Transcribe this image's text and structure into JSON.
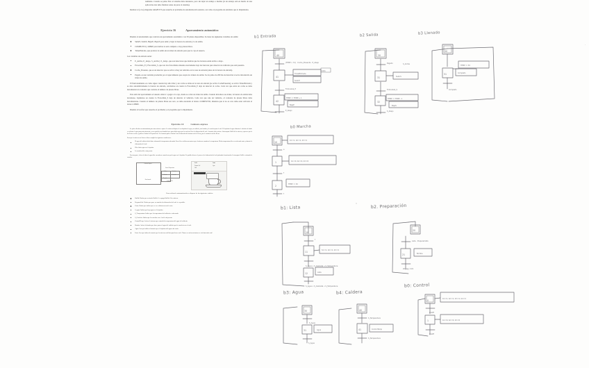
{
  "document": {
    "kind": "scanned-exercise-sheet",
    "language": "es",
    "page_background": "#fdfdfc",
    "ink_color": "#55545a"
  },
  "intro": {
    "para1": "namiento. Cuando se pulse Paro el sistema debe detenerse, pero sin dejar un azulejo a medias (si un azulejo está en medio de una aplicación ésta debe finalizar antes de parar el sistema).",
    "para2": "Realizar el (o los) diagrama GRAFCET que resuelve el problema de automatización anterior, así como el programa de autómata que lo implementa."
  },
  "exercise16": {
    "number": "Ejercicio 16",
    "title": "Aparcamiento automático",
    "intro": "Diseñar el automatismo que controla un aparcamiento automático con 30 plazas disponibles. Se tiene las siguientes variables de salida:",
    "outputs": [
      "SubirE, SubirS, BajarE, BajarS para subir y bajar la barrera de entrada y la de salida.",
      "COMPLETO y LIBRE para indicar si está completo o hay plazas libres.",
      "TicketEntrada, que produce la salida de un ticket de entrada para que lo coja el usuario."
    ],
    "inputs_lead": "Las variables de entrada serán:",
    "inputs": [
      "E_Arriba, E_Abajo, S_Arriba y S_Abajo, que son detectores que indican que las barreras están arriba o abajo.",
      "Fotocélula_E y Fotocélula_S, que son dos fotocélulas situadas exactamente bajo las barreras para detectar un vehículo que está pasando.",
      "Coche_Presente, que es un detector que se activa si hay un vehículo en la zona de entrada (antes de la barrera de entrada).",
      "Pagado es una variable producida por el aparcamiento que acepta los tickets de salida. Se ira pulso de 200 ms de duración si se ha introducido un ticket de salida."
    ],
    "body1": "El funcionamiento es como sigue: cuando hay sitio libre y un coche se sitúa en la zona de entrada (se activa CochePresente), se activa TicketEntrada y se abre automáticamente la barrera de entrada, cerrándose en cuanto la Fotocélula_E deja de detectar al coche. Cada vez que entra un coche se debe incrementar un contador que controle el número de plazas libres.",
    "body2": "Para salir del aparcamiento el usuario debe ir a pagar a la caja, donde se cobra un ticket de salida. Cuando introduce ese ticket, la barrera de salida debe levantarse, bajándose en cuanto la Fotocélula_S deja de detectar al vehículo. Cada vez que sale un vehículo, el contador de plazas libres debe incrementarse. Cuando el número de plazas libres sea cero, se debe encender el letrero COMPLETO, mientras que si no es cero debe estar activado el letrero LIBRE.",
    "body3": "Diseñar el Grafcet que resuelve el problema y el programa que lo implementa."
  },
  "exercise10": {
    "number": "Ejercicio 10",
    "title": "Cafetera express",
    "intro": "Se quiere diseñar un automatismo para una cafetera express. La cafetera dispone de un depósito de agua, un calderín, una bomba y la cazoleta para el café. El depósito de agua alimenta el calderín de donde se calienta el agua para posteriormente y con ayuda de una bomba hacer pasar dicha agua por la cazoleta. Para la elaboración del café el usuario debe activar el interruptor OnOff de la cafetera, esperar a que la luz Lista se active y pulsar el botón de PrepararCafé. Si el usuario pulsa el botón Corto la duración del mismo será de 20 ms, por el contrario será de 40 ms.",
    "cond_lead": "Para que la cafetera esté lista se deben cumplir las siguientes condiciones:",
    "conditions": [
      "El agua del calderín debe haber alcanzado la temperatura adecuada. Para ello se utiliza una antena que al activarse mantiene la temperatura. Dicha temperatura debe ser adecuada antes y durante la elaboración del café.",
      "Debe haber agua en el depósito.",
      "La cazoleta debe estar puesta."
    ],
    "body": "Por otra parte, la luz de falta de agua debe encenderse cuando no quede agua en el depósito. Es posible detener el proceso de elaboración del café pulsando desactivando el interruptor OnOff o retirando la cazoleta.",
    "figure": {
      "block_title": "Cafetera Express",
      "block_items": [
        "Sensor Temperatura",
        "Caldera",
        "Bomba",
        "Cazoleta",
        "Depósito",
        "Sensor Nivel",
        "Controles"
      ],
      "block_foot": "Panel mando",
      "photo_labels": [
        "OnOff",
        "Corto",
        "Preparar Café",
        "Agua",
        "Lista"
      ]
    },
    "figcaption": "Para realizar la automatización se dispone de las siguientes señales:",
    "signals": [
      "OnOff. Botón que enciende OnOff=1 o apaga OnOff=0 la cafetera.",
      "PrepararCafé. Botón que pone en marcha la elaboración del café si es posible.",
      "Corto. Botón que indica que se va a elaborar un café corto.",
      "S_agua. Indica que hay agua en el depósito.",
      "S_Temperatura. Indica que la temperatura del calderín es adecuada.",
      "S_Cazoleta. Indica que la cazoleta con el café está puesta.",
      "ControlTemp. Activa el sistema que controla la temperatura del agua del calderín.",
      "Bomba. Activa la bomba que hace pasar el agua del calderín por la cazoleta con el café.",
      "Agua. Luz que indica al usuario que el depósito del agua está vacío.",
      "Lista. Luz que indica al usuario que la cafetera está lista para hacer café. Nunca se activa mientras se está haciendo café."
    ]
  },
  "handwritten": {
    "grafcets_top": [
      {
        "label": "b1 Entrada",
        "steps": [
          "40",
          "41",
          "42"
        ],
        "transitions": [
          "(TEMP < 31) · Coche_Presente · E_Abajo",
          "Fotocelula_E",
          "E_Abajo"
        ],
        "actions": [
          "TicketEntrada",
          "SubirE",
          "TEMP := TEMP + 1",
          "BajaE"
        ],
        "side_note": "Lista"
      },
      {
        "label": "b2 Salida",
        "steps": [
          "30",
          "31",
          "32"
        ],
        "transitions": [
          "Pagado",
          "Fotocelula_S",
          "S_Abajo"
        ],
        "actions": [
          "SubirS",
          "TEMP := TEMP - 1",
          "BajaS"
        ],
        "side_note": "S_Arriba"
      },
      {
        "label": "b3 Llenado",
        "steps": [
          "50",
          "51"
        ],
        "transitions": [
          "Completo"
        ],
        "actions": [
          "TEMP := 30",
          "Completo"
        ]
      },
      {
        "label": "b0 Marcha",
        "steps": [
          "10",
          "1",
          "2"
        ],
        "transitions": [
          "e",
          "f",
          "f"
        ],
        "actions": [
          "b1:=1, b2:=1, b3:=1",
          "b1:=0, b2:=0, b3:=0",
          "TEMP := 30"
        ]
      }
    ],
    "grafcets_bottom": [
      {
        "label": "b1:  Lista",
        "steps": [
          "10",
          "11",
          "12"
        ],
        "transitions": [
          "f",
          "S_Agua ∧ S_Cazoleta ∧ S_Temperatura",
          "S_Agua ∨ S_Cazoleta ∨ S_Temperatura"
        ],
        "actions": [
          "S1:=1, b2:=1, b3:=1",
          "Lista"
        ]
      },
      {
        "label": "b2.   Preparación",
        "steps": [
          "20",
          "21"
        ],
        "transitions": [
          "Lista · PrepararCafe",
          "20 Seg / X21"
        ],
        "actions": [
          "Bomba"
        ]
      },
      {
        "label": "b3: Agua",
        "steps": [
          "30",
          "31"
        ],
        "transitions": [
          "S_Agua",
          "S_Agua"
        ],
        "actions": [
          "Agua"
        ]
      },
      {
        "label": "b4: Caldera",
        "steps": [
          "40",
          "41"
        ],
        "transitions": [
          "S_Temperatura",
          "S_Temperatura"
        ],
        "actions": [
          "ControlTemp"
        ]
      },
      {
        "label": "b0: Control",
        "steps": [
          "0",
          "1"
        ],
        "transitions": [
          "OnOff",
          "OnOff"
        ],
        "actions": [
          "b1:=1, b2:=1, b3:=1, b4:=1",
          "b1:=0, b2:=0, b3:=0"
        ]
      }
    ]
  }
}
